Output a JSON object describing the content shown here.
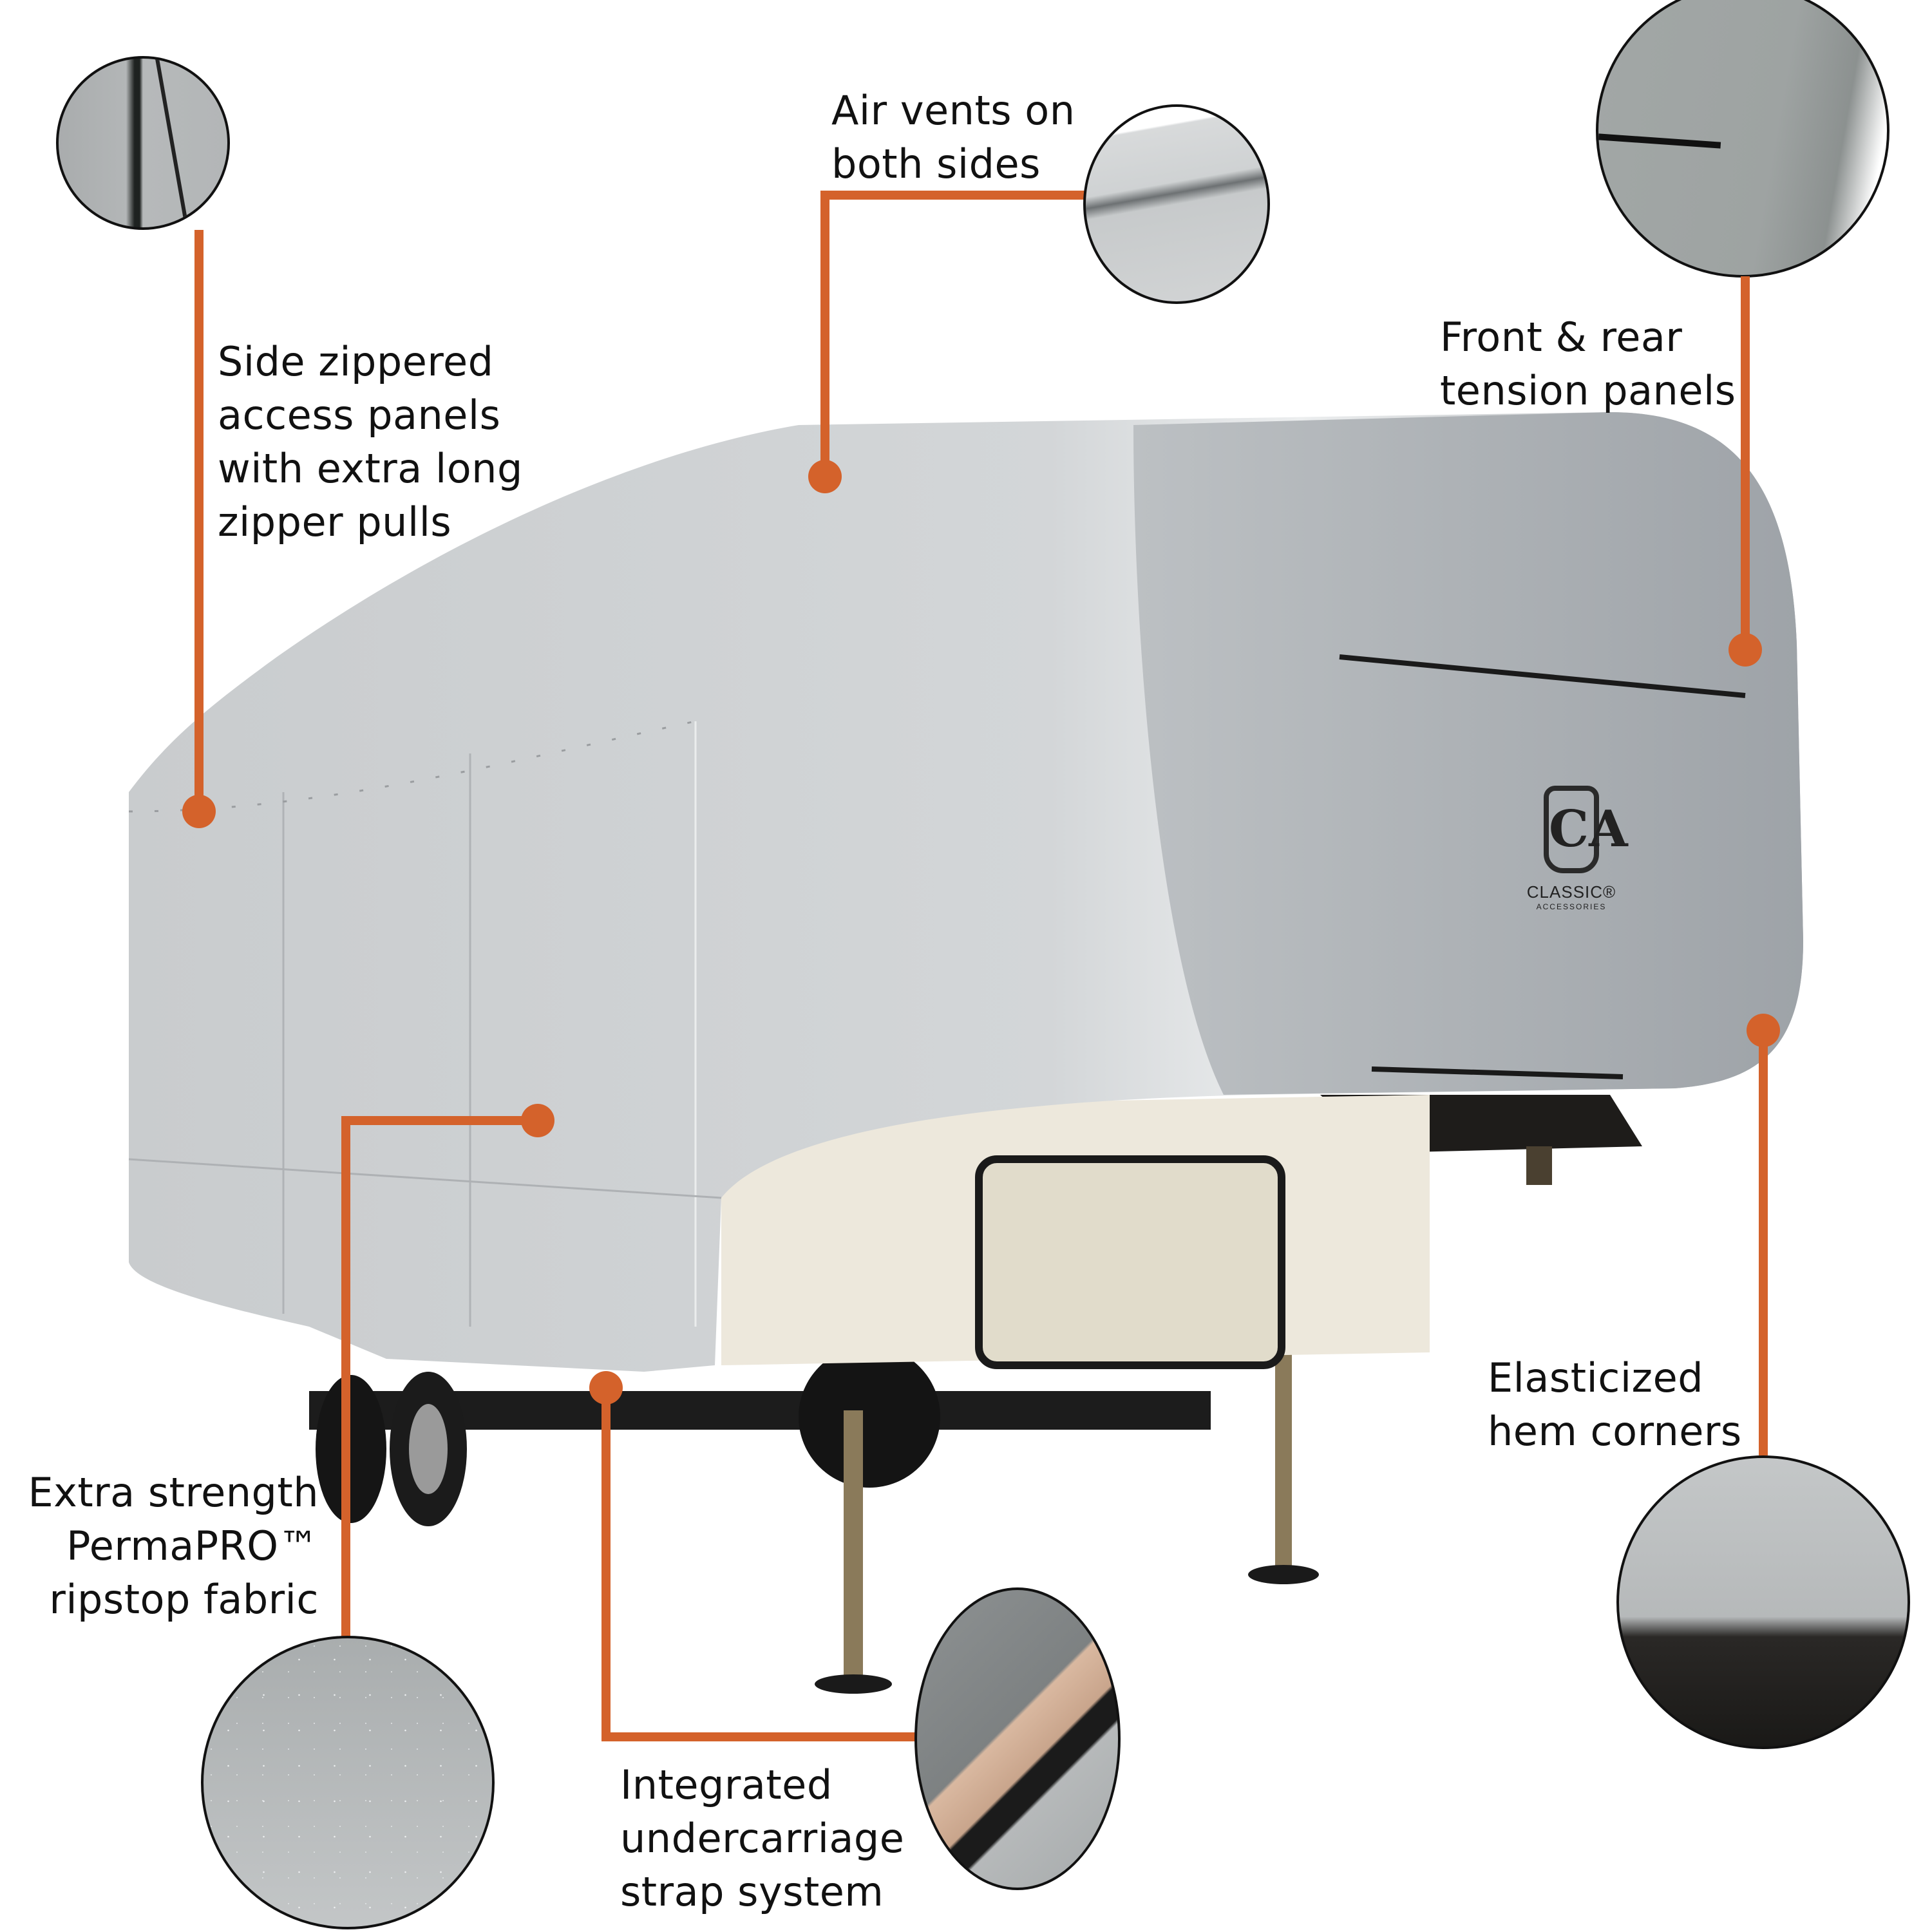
{
  "accent_color": "#d4622b",
  "callouts": [
    {
      "id": "zipper",
      "label": "Side zippered\naccess panels\nwith extra long\nzipper pulls",
      "image": "zipper-detail"
    },
    {
      "id": "vents",
      "label": "Air vents on\nboth sides",
      "image": "air-vent-detail"
    },
    {
      "id": "tension",
      "label": "Front & rear\ntension panels",
      "image": "tension-panel-detail"
    },
    {
      "id": "hem",
      "label": "Elasticized\nhem corners",
      "image": "hem-corner-detail"
    },
    {
      "id": "fabric",
      "label": "Extra strength\nPermaPRO™\nripstop fabric",
      "image": "water-beading-fabric-detail"
    },
    {
      "id": "strap",
      "label": "Integrated\nundercarriage\nstrap system",
      "image": "buckle-strap-detail"
    }
  ],
  "product": {
    "subject": "Fifth wheel RV cover",
    "logo_mark": "CA",
    "logo_name": "CLASSIC®",
    "logo_sub": "ACCESSORIES"
  }
}
